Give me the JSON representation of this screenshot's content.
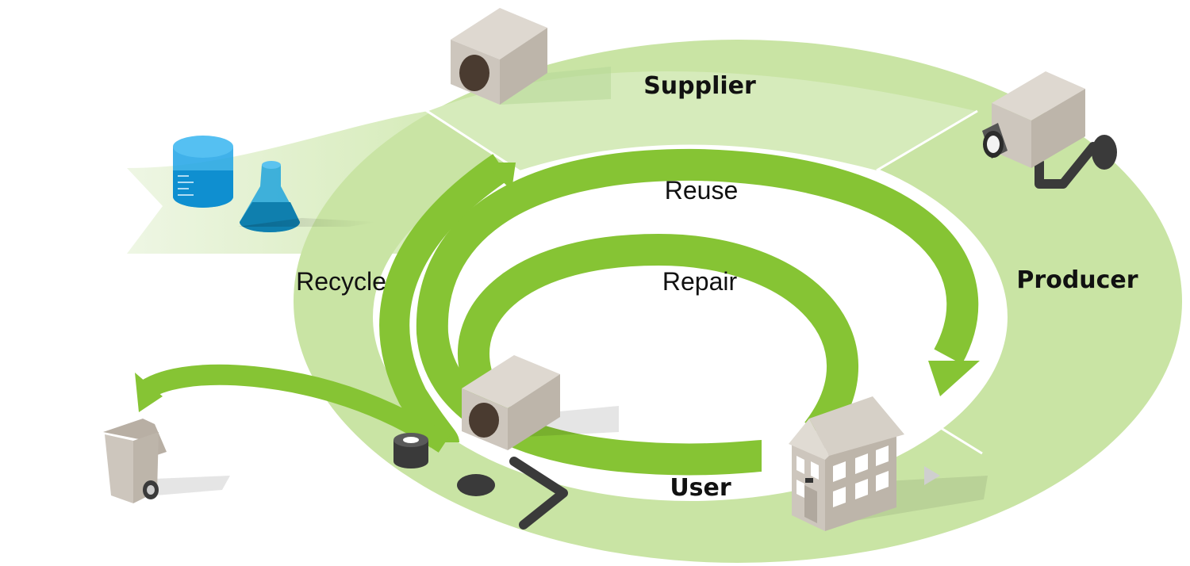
{
  "stages": {
    "supplier": "Supplier",
    "producer": "Producer",
    "user": "User"
  },
  "loops": {
    "reuse": "Reuse",
    "repair": "Repair",
    "recycle": "Recycle"
  },
  "colors": {
    "outer_ring": "#c9e4a4",
    "inner_arrows": "#86c434",
    "raw_material_band": "#e4f1d4",
    "component_body": "#cdc6bd",
    "component_hole": "#4a3b30",
    "beaker_blue": "#1fa3e6",
    "flask_blue": "#0f80b0",
    "dark_part": "#3a3a3a"
  },
  "icons": [
    "beaker-icon",
    "flask-icon",
    "component-block-icon",
    "industrial-camera-icon",
    "house-icon",
    "waste-bin-icon",
    "spare-parts-icon"
  ]
}
